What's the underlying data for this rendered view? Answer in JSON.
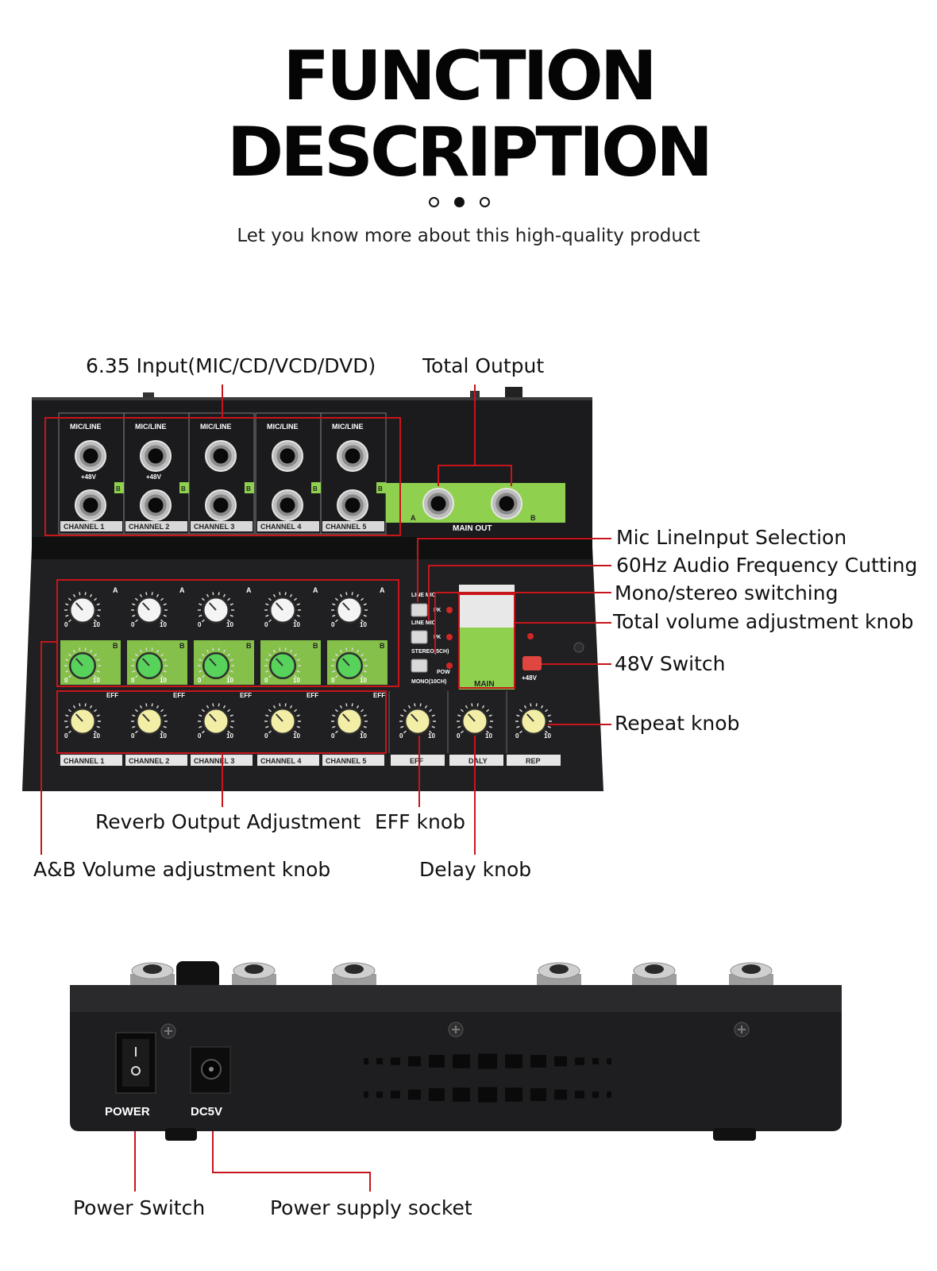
{
  "header": {
    "title_line1": "FUNCTION",
    "title_line2": "DESCRIPTION",
    "subtitle": "Let you know more about this high-quality product"
  },
  "pager": {
    "count": 3,
    "active_index": 1
  },
  "top_panel": {
    "input_label": "MIC/LINE",
    "phantom_label": "+48V",
    "channel_labels": [
      "CHANNEL 1",
      "CHANNEL 2",
      "CHANNEL 3",
      "CHANNEL 4",
      "CHANNEL 5"
    ],
    "main_out_label": "MAIN OUT",
    "jack_a": "A",
    "jack_b": "B",
    "row_a": "A",
    "row_b": "B",
    "eff_tag": "EFF",
    "knob_min": "0",
    "knob_max": "10",
    "bottom_labels": [
      "EFF",
      "DALY",
      "REP"
    ],
    "switch_labels": [
      "LINE",
      "MIC",
      "FK",
      "LINE",
      "MIC",
      "FK",
      "STEREO(5CH)",
      "POW",
      "MONO(10CH)"
    ],
    "main_label": "MAIN",
    "p48_label": "+48V"
  },
  "rear_panel": {
    "power_label": "POWER",
    "dc_label": "DC5V"
  },
  "callouts": {
    "input": "6.35 Input(MIC/CD/VCD/DVD)",
    "total_output": "Total Output",
    "mic_line_selection": "Mic LineInput Selection",
    "cut_60hz": "60Hz Audio Frequency Cutting",
    "mono_stereo": "Mono/stereo switching",
    "total_volume": "Total volume adjustment knob",
    "switch_48v": "48V Switch",
    "repeat_knob": "Repeat knob",
    "reverb_output": "Reverb Output Adjustment",
    "eff_knob": "EFF knob",
    "ab_volume": "A&B Volume adjustment knob",
    "delay_knob": "Delay knob",
    "power_switch": "Power Switch",
    "power_socket": "Power supply socket"
  },
  "colors": {
    "accent_red": "#c8151b",
    "panel_dark": "#1d1d1f",
    "panel_green": "#8fd14f",
    "knob_green": "#57d35c",
    "knob_cream": "#f3eea6"
  }
}
